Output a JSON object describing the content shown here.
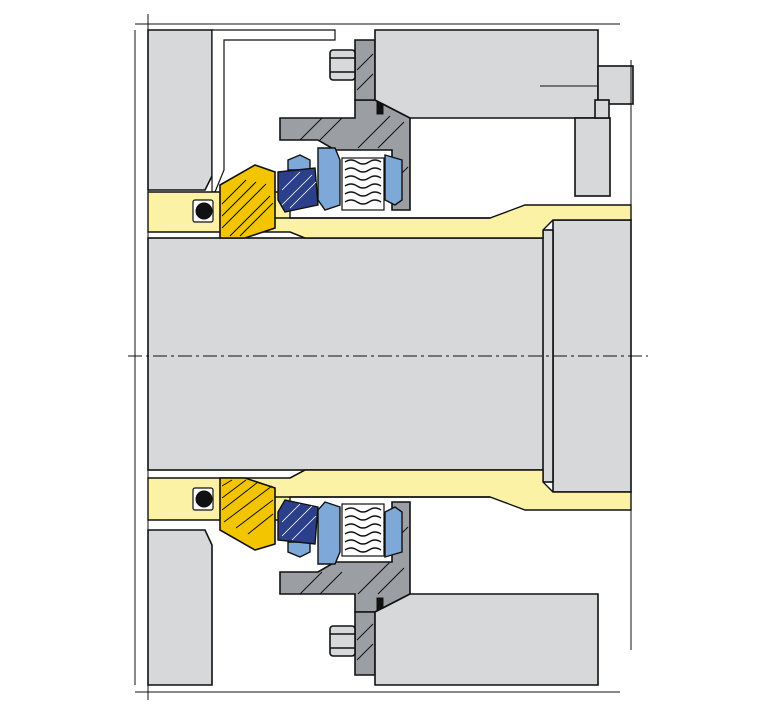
{
  "diagram": {
    "type": "mechanical-seal-cross-section",
    "colors": {
      "background": "#ffffff",
      "housing_grey": "#d7d8da",
      "gland_dark_grey": "#9b9ea2",
      "shaft_sleeve_yellow": "#fbf2a6",
      "rotating_face_yellow": "#f2c500",
      "seat_blue": "#7ea8d8",
      "packing_dark_blue": "#2c3f8a",
      "outline": "#111111"
    },
    "parts": [
      {
        "id": "housing-upper",
        "shade": "housing_grey"
      },
      {
        "id": "housing-lower",
        "shade": "housing_grey"
      },
      {
        "id": "shaft",
        "shade": "housing_grey"
      },
      {
        "id": "shaft-sleeve",
        "shade": "shaft_sleeve_yellow"
      },
      {
        "id": "rotating-face",
        "shade": "rotating_face_yellow",
        "count": 2
      },
      {
        "id": "o-ring",
        "shade": "outline",
        "count": 2
      },
      {
        "id": "gland-plate",
        "shade": "gland_dark_grey",
        "count": 2
      },
      {
        "id": "stationary-seat",
        "shade": "seat_blue",
        "count": 2
      },
      {
        "id": "secondary-packing",
        "shade": "packing_dark_blue",
        "count": 2
      },
      {
        "id": "spring",
        "shade": "outline",
        "count": 2
      },
      {
        "id": "bolt",
        "shade": "housing_grey",
        "count": 2
      },
      {
        "id": "coupling-housing",
        "shade": "housing_grey"
      },
      {
        "id": "drive-lug",
        "shade": "housing_grey"
      },
      {
        "id": "centerline",
        "style": "dash-dot"
      }
    ]
  }
}
